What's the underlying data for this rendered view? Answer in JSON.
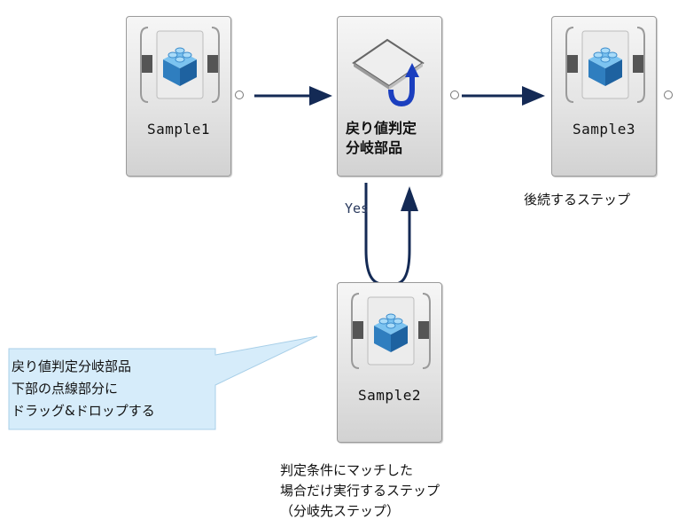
{
  "nodes": {
    "sample1": {
      "label": "Sample1",
      "icon": "lego-brick-icon"
    },
    "branch": {
      "line1": "戻り値判定",
      "line2": "分岐部品",
      "icon": "conditional-branch-icon"
    },
    "sample3": {
      "label": "Sample3",
      "icon": "lego-brick-icon"
    },
    "sample2": {
      "label": "Sample2",
      "icon": "lego-brick-icon"
    }
  },
  "edges": {
    "yes_label": "Yes"
  },
  "captions": {
    "following_step": "後続するステップ",
    "branch_step": [
      "判定条件にマッチした",
      "場合だけ実行するステップ",
      "（分岐先ステップ）"
    ]
  },
  "callout": {
    "lines": [
      "戻り値判定分岐部品",
      "下部の点線部分に",
      "ドラッグ&ドロップする"
    ]
  },
  "colors": {
    "arrow": "#142a55",
    "callout_fill": "#d6ecfa",
    "callout_border": "#a8cfe8",
    "brick": "#4fa3dd"
  }
}
